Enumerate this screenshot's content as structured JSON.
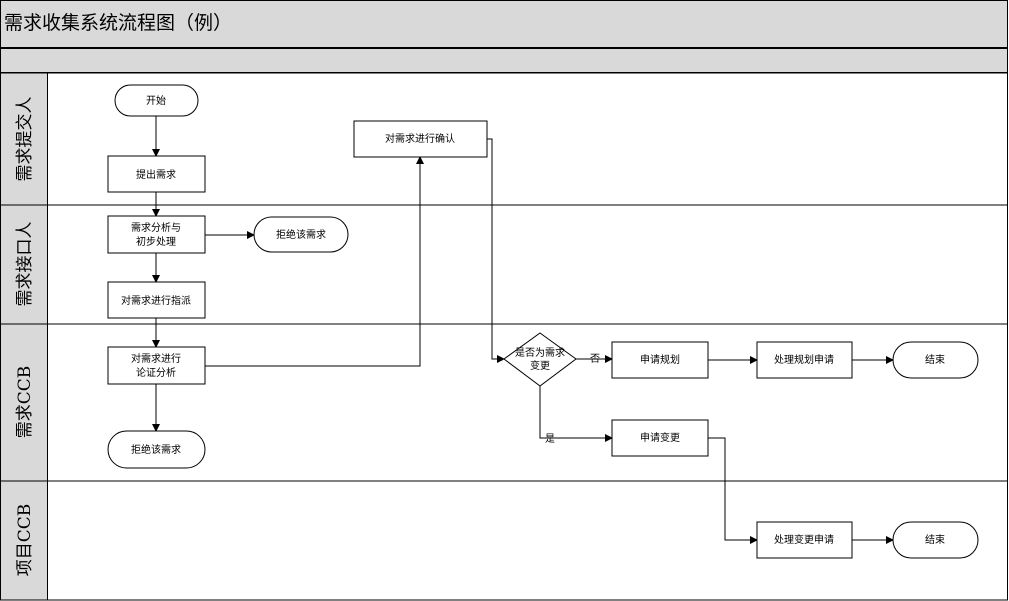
{
  "title": "需求收集系统流程图（例）",
  "lanes": [
    {
      "id": "lane-submitter",
      "label": "需求提交人"
    },
    {
      "id": "lane-interface",
      "label": "需求接口人"
    },
    {
      "id": "lane-ccb",
      "label": "需求CCB"
    },
    {
      "id": "lane-project-ccb",
      "label": "项目CCB"
    }
  ],
  "nodes": {
    "start": "开始",
    "submit": "提出需求",
    "analyze": [
      "需求分析与",
      "初步处理"
    ],
    "reject1": "拒绝该需求",
    "assign": "对需求进行指派",
    "argue": [
      "对需求进行",
      "论证分析"
    ],
    "reject2": "拒绝该需求",
    "confirm": "对需求进行确认",
    "decision": [
      "是否为需求",
      "变更"
    ],
    "apply_plan": "申请规划",
    "handle_plan": "处理规划申请",
    "end1": "结束",
    "apply_change": "申请变更",
    "handle_change": "处理变更申请",
    "end2": "结束"
  },
  "edge_labels": {
    "no": "否",
    "yes": "是"
  },
  "colors": {
    "header_fill": "#d9d9d9",
    "lane_label_fill": "#d9d9d9",
    "line": "#000000",
    "box_fill": "#ffffff"
  }
}
